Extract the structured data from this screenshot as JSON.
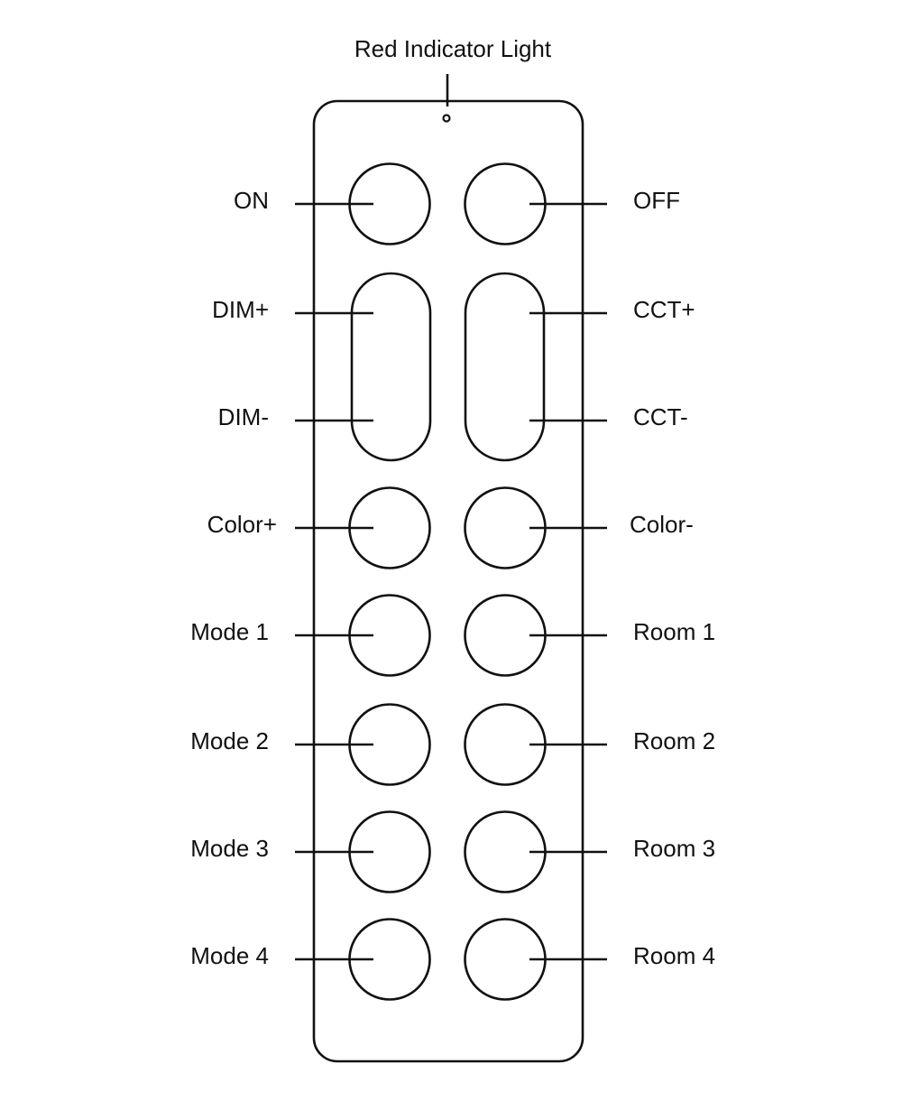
{
  "indicator_label": "Red Indicator Light",
  "colors": {
    "stroke": "#111111",
    "background": "#ffffff"
  },
  "rows": [
    {
      "left": "ON",
      "right": "OFF",
      "kind": "round"
    },
    {
      "left": "DIM+",
      "right": "CCT+",
      "kind": "pill-top"
    },
    {
      "left": "DIM-",
      "right": "CCT-",
      "kind": "pill-bottom"
    },
    {
      "left": "Color+",
      "right": "Color-",
      "kind": "round"
    },
    {
      "left": "Mode 1",
      "right": "Room 1",
      "kind": "round"
    },
    {
      "left": "Mode 2",
      "right": "Room 2",
      "kind": "round"
    },
    {
      "left": "Mode 3",
      "right": "Room 3",
      "kind": "round"
    },
    {
      "left": "Mode 4",
      "right": "Room 4",
      "kind": "round"
    }
  ]
}
